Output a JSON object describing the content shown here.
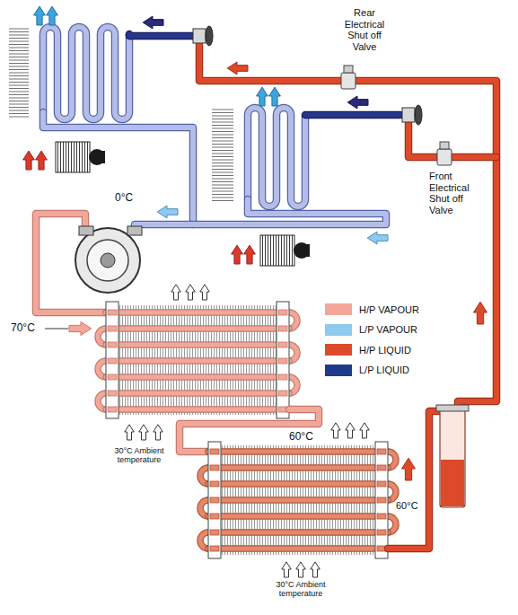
{
  "diagram": {
    "labels": [
      "Rear Electrical Shut off Valve",
      "Front Electrical Shut off Valve",
      "0°C",
      "70°C",
      "30°C Ambient temperature",
      "60°C",
      "60°C",
      "30°C Ambient temperature"
    ],
    "legend": [
      {
        "text": "H/P VAPOUR",
        "color": "#f2a79a"
      },
      {
        "text": "L/P VAPOUR",
        "color": "#8ec9ee"
      },
      {
        "text": "H/P LIQUID",
        "color": "#dc4a2a"
      },
      {
        "text": "L/P LIQUID",
        "color": "#1f3a8a"
      }
    ]
  }
}
